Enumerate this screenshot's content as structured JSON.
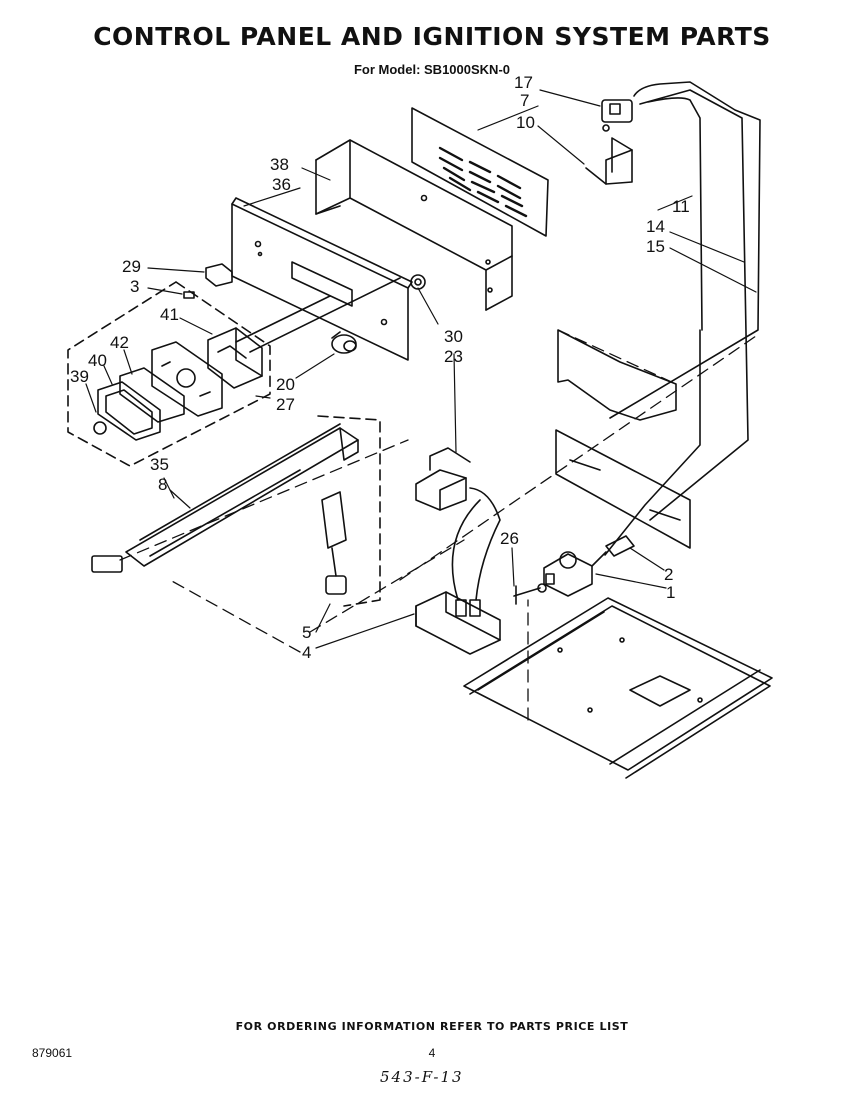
{
  "title": "CONTROL PANEL AND IGNITION SYSTEM PARTS",
  "subtitle": "For Model: SB1000SKN-0",
  "callouts": [
    "17",
    "7",
    "10",
    "38",
    "36",
    "11",
    "14",
    "15",
    "29",
    "3",
    "30",
    "23",
    "41",
    "42",
    "40",
    "39",
    "20",
    "27",
    "35",
    "8",
    "26",
    "2",
    "1",
    "5",
    "4"
  ],
  "footer": {
    "ordering_note": "FOR ORDERING INFORMATION REFER TO PARTS PRICE LIST",
    "reference_number": "879061",
    "page_number": "4",
    "handwritten_code": "543-F-13"
  }
}
